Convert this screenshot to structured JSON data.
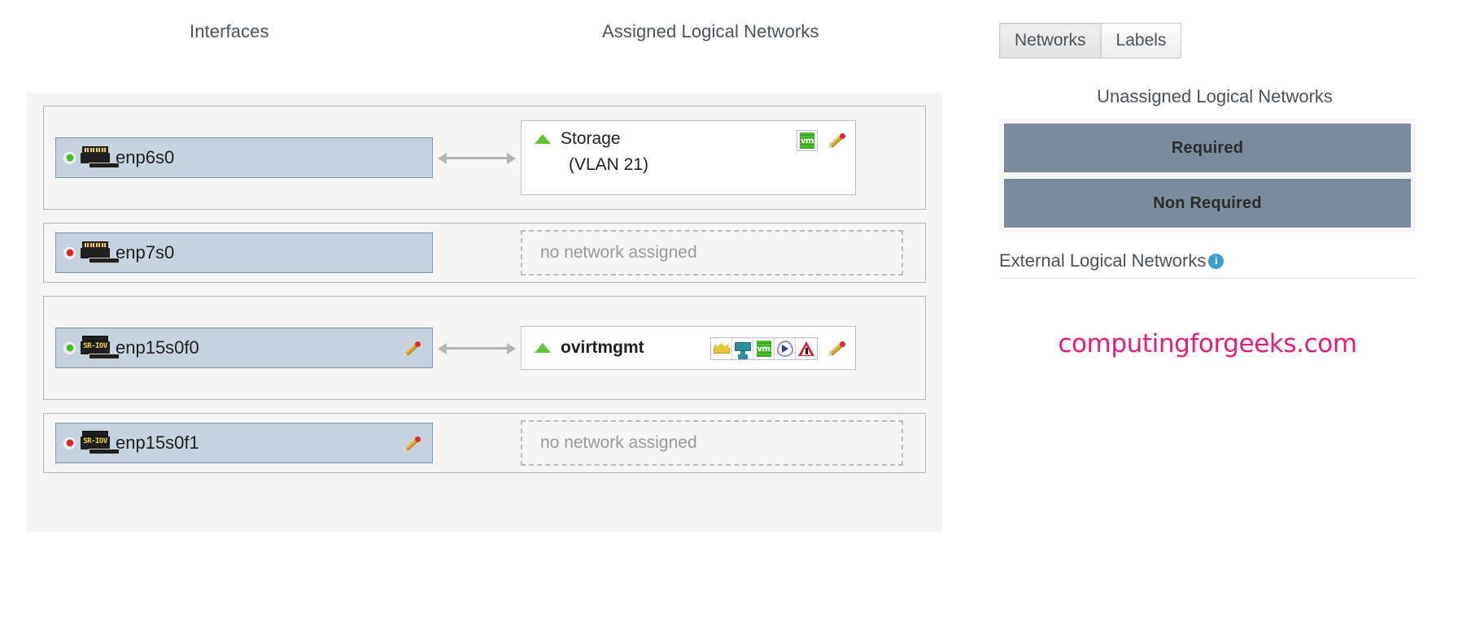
{
  "headers": {
    "interfaces": "Interfaces",
    "assigned_networks": "Assigned Logical Networks"
  },
  "rows": [
    {
      "nic": {
        "name": "enp6s0",
        "status": "up",
        "status_color": "#3fc216",
        "sriov": false,
        "has_pencil": false
      },
      "connector": true,
      "network": {
        "name": "Storage",
        "vlan": "(VLAN 21)",
        "bold": false,
        "badges": [
          "vm-icon"
        ],
        "has_pencil": true
      }
    },
    {
      "nic": {
        "name": "enp7s0",
        "status": "down",
        "status_color": "#e22222",
        "sriov": false,
        "has_pencil": false
      },
      "connector": false,
      "placeholder": "no network assigned"
    },
    {
      "nic": {
        "name": "enp15s0f0",
        "status": "up",
        "status_color": "#3fc216",
        "sriov": true,
        "sriov_label": "SR-IOV",
        "has_pencil": true
      },
      "connector": true,
      "network": {
        "name": "ovirtmgmt",
        "vlan": "",
        "bold": true,
        "badges": [
          "crown-icon",
          "display-icon",
          "vm-icon",
          "migration-icon",
          "warning-icon"
        ],
        "has_pencil": true
      }
    },
    {
      "nic": {
        "name": "enp15s0f1",
        "status": "down",
        "status_color": "#e22222",
        "sriov": true,
        "sriov_label": "SR-IOV",
        "has_pencil": true
      },
      "connector": false,
      "placeholder": "no network assigned"
    }
  ],
  "right": {
    "tabs": [
      {
        "label": "Networks",
        "active": true
      },
      {
        "label": "Labels",
        "active": false
      }
    ],
    "unassigned_title": "Unassigned Logical Networks",
    "bars": [
      {
        "label": "Required",
        "color": "#798b9c"
      },
      {
        "label": "Non Required",
        "color": "#798b9c"
      }
    ],
    "external_label": "External Logical Networks",
    "info_glyph": "i",
    "watermark": "computingforgeeks.com",
    "watermark_color": "#ec1b7b"
  }
}
